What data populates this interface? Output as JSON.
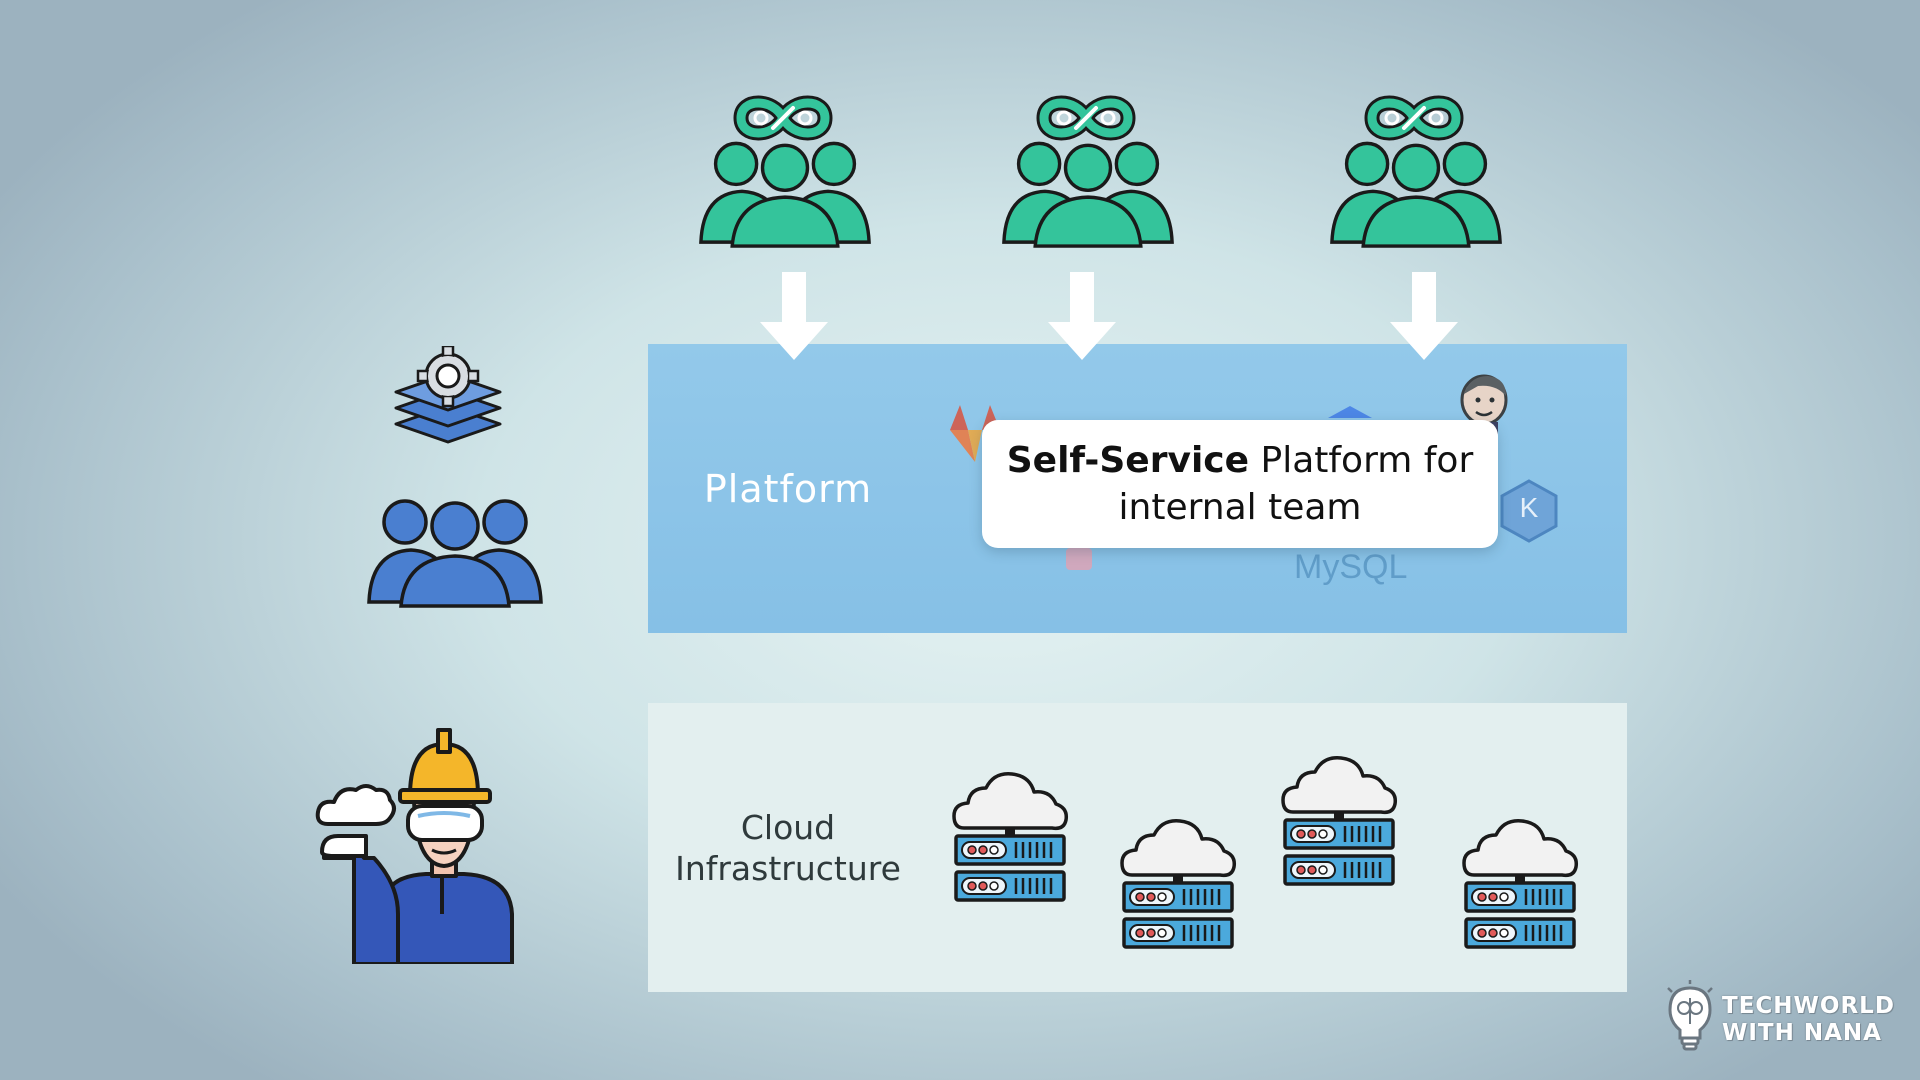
{
  "platform": {
    "label": "Platform",
    "callout_bold": "Self-Service",
    "callout_rest_line1": " Platform for",
    "callout_line2": "internal team",
    "mysql_logo_text": "MySQL",
    "k_logo_text": "K"
  },
  "cloud": {
    "label_line1": "Cloud",
    "label_line2": "Infrastructure"
  },
  "branding": {
    "line1": "TECHWORLD",
    "line2": "WITH NANA"
  },
  "colors": {
    "dev_team": "#34c49b",
    "platform_team": "#4a7fd0",
    "platform_panel": "#8fc6e8",
    "server": "#4ba9dc",
    "outline": "#1a1a1a"
  },
  "icons": {
    "dev_team_icon": "devops-infinity-team-icon",
    "platform_team_icon": "platform-team-icon",
    "ops_engineer_icon": "cloud-engineer-icon",
    "cloud_server_icon": "cloud-server-icon"
  }
}
